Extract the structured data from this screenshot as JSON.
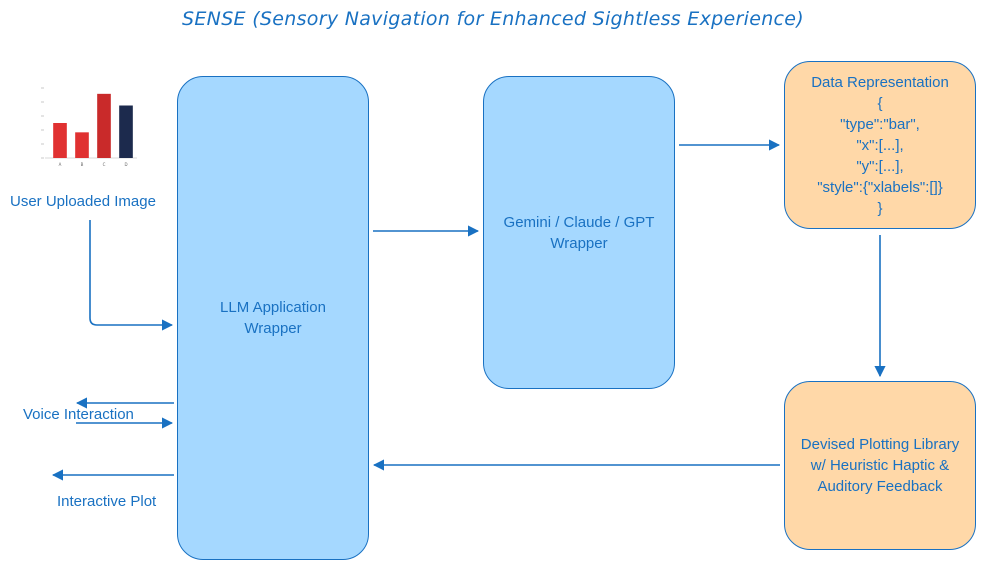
{
  "title": "SENSE (Sensory Navigation for Enhanced Sightless Experience)",
  "nodes": {
    "llm_app": "LLM Application\nWrapper",
    "llm_api": "Gemini / Claude / GPT\nWrapper",
    "data_rep": "Data Representation\n{\n\"type\":\"bar\",\n\"x\":[...],\n\"y\":[...],\n\"style\":{\"xlabels\":[]}\n}",
    "plot_lib": "Devised Plotting Library\nw/ Heuristic Haptic &\nAuditory Feedback"
  },
  "labels": {
    "user_image": "User Uploaded Image",
    "voice": "Voice Interaction",
    "plot": "Interactive Plot"
  },
  "chart_data": {
    "type": "bar",
    "categories": [
      "A",
      "B",
      "C",
      "D"
    ],
    "values": [
      30,
      22,
      55,
      45
    ],
    "colors": [
      "#e03131",
      "#e03131",
      "#c92a2a",
      "#1c2a4d"
    ],
    "ylim": [
      0,
      60
    ]
  },
  "colors": {
    "stroke": "#1971c2",
    "blue_fill": "#a5d8ff",
    "orange_fill": "#ffd8a8"
  }
}
